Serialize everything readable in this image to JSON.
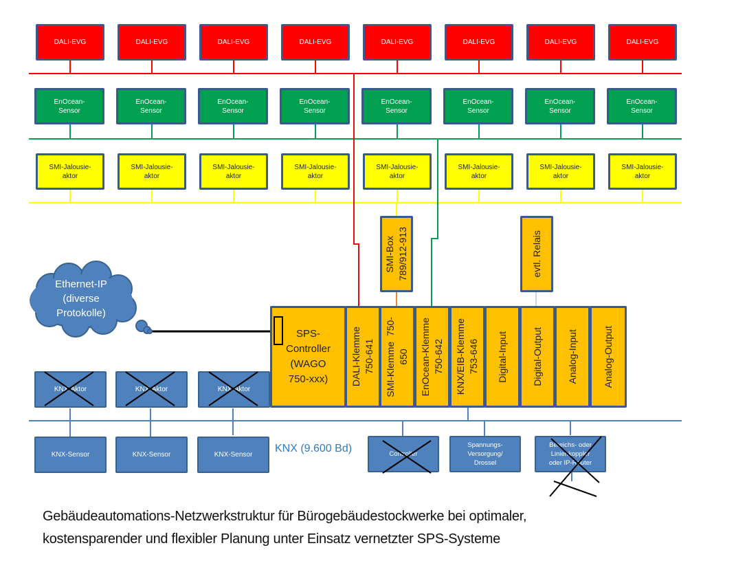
{
  "title": {
    "line1": "Gebäudeautomations-Netzwerkstruktur für Bürogebäudestockwerke bei optimaler,",
    "line2": "kostensparender und flexibler Planung unter Einsatz vernetzter SPS-Systeme"
  },
  "colors": {
    "dali": "#ff0000",
    "enocean": "#00a050",
    "smi": "#ffff00",
    "module": "#ffc000",
    "knx": "#4f81bd",
    "border": "#3a5a8c"
  },
  "rows": {
    "dali": [
      "DALI-EVG",
      "DALI-EVG",
      "DALI-EVG",
      "DALI-EVG",
      "DALI-EVG",
      "DALI-EVG",
      "DALI-EVG",
      "DALI-EVG"
    ],
    "enocean": [
      [
        "EnOcean-",
        "Sensor"
      ],
      [
        "EnOcean-",
        "Sensor"
      ],
      [
        "EnOcean-",
        "Sensor"
      ],
      [
        "EnOcean-",
        "Sensor"
      ],
      [
        "EnOcean-",
        "Sensor"
      ],
      [
        "EnOcean-",
        "Sensor"
      ],
      [
        "EnOcean-",
        "Sensor"
      ],
      [
        "EnOcean-",
        "Sensor"
      ]
    ],
    "smi": [
      [
        "SMI-Jalousie-",
        "aktor"
      ],
      [
        "SMI-Jalousie-",
        "aktor"
      ],
      [
        "SMI-Jalousie-",
        "aktor"
      ],
      [
        "SMI-Jalousie-",
        "aktor"
      ],
      [
        "SMI-Jalousie-",
        "aktor"
      ],
      [
        "SMI-Jalousie-",
        "aktor"
      ],
      [
        "SMI-Jalousie-",
        "aktor"
      ],
      [
        "SMI-Jalousie-",
        "aktor"
      ]
    ]
  },
  "smi_box": [
    "SMI-Box",
    "789/912-913"
  ],
  "relais": "evtl. Relais",
  "cloud": [
    "Ethernet-IP",
    "(diverse",
    "Protokolle)"
  ],
  "controller": [
    "SPS-",
    "Controller",
    "(WAGO",
    "750-xxx)"
  ],
  "modules": [
    [
      "DALI-Klemme",
      "750-641"
    ],
    [
      "SMI-Klemme  750-",
      "650"
    ],
    [
      "EnOcean-Klemme",
      "750-642"
    ],
    [
      "KNX/EIB-Klemme",
      "753-646"
    ],
    [
      "Digital-Input"
    ],
    [
      "Digital-Output"
    ],
    [
      "Analog-Input"
    ],
    [
      "Analog-Output"
    ]
  ],
  "knx": {
    "bus_label": "KNX (9.600 Bd)",
    "actors": [
      {
        "label": "KNX-Aktor",
        "crossed": true
      },
      {
        "label": "KNX-Aktor",
        "crossed": true
      },
      {
        "label": "KNX-Aktor",
        "crossed": true
      }
    ],
    "sensors": [
      "KNX-Sensor",
      "KNX-Sensor",
      "KNX-Sensor"
    ],
    "devices": [
      {
        "label": [
          "Controller"
        ],
        "crossed": true
      },
      {
        "label": [
          "Spannungs-",
          "Versorgung/",
          "Drossel"
        ],
        "crossed": false
      },
      {
        "label": [
          "Bereichs- oder",
          "Linienkoppler",
          "oder IP-Router"
        ],
        "crossed": true
      }
    ]
  }
}
